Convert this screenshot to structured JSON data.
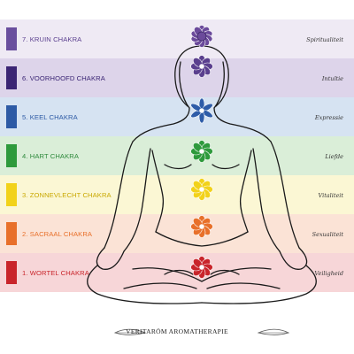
{
  "chakras": [
    {
      "number_label": "7. KRUIN CHAKRA",
      "quality": "Spiritualiteit",
      "band_color": "#efeaf4",
      "swatch_color": "#6a4f9e",
      "label_color": "#5a3f8e",
      "flower_color": "#6b4a9b",
      "flower": "crown-flower-icon"
    },
    {
      "number_label": "6. VOORHOOFD CHAKRA",
      "quality": "Intuïtie",
      "band_color": "#ddd4ea",
      "swatch_color": "#3b2574",
      "label_color": "#3b2574",
      "flower_color": "#5a3f8e",
      "flower": "third-eye-flower-icon"
    },
    {
      "number_label": "5. KEEL CHAKRA",
      "quality": "Expressie",
      "band_color": "#d6e3f2",
      "swatch_color": "#2d5aa5",
      "label_color": "#2d5aa5",
      "flower_color": "#2e5ca8",
      "flower": "throat-flower-icon"
    },
    {
      "number_label": "4. HART CHAKRA",
      "quality": "Liefde",
      "band_color": "#daeed8",
      "swatch_color": "#2e9a3c",
      "label_color": "#2e8a3c",
      "flower_color": "#2e9a3c",
      "flower": "heart-flower-icon"
    },
    {
      "number_label": "3. ZONNEVLECHT CHAKRA",
      "quality": "Vitaliteit",
      "band_color": "#fbf7d4",
      "swatch_color": "#f2d21a",
      "label_color": "#c9a800",
      "flower_color": "#f2d21a",
      "flower": "solar-plexus-flower-icon"
    },
    {
      "number_label": "2. SACRAAL CHAKRA",
      "quality": "Sexualiteit",
      "band_color": "#fbe3d6",
      "swatch_color": "#e8702a",
      "label_color": "#e8702a",
      "flower_color": "#e8702a",
      "flower": "sacral-flower-icon"
    },
    {
      "number_label": "1. WORTEL CHAKRA",
      "quality": "Veiligheid",
      "band_color": "#f7d6d8",
      "swatch_color": "#c9252b",
      "label_color": "#c9252b",
      "flower_color": "#c9252b",
      "flower": "root-flower-icon"
    }
  ],
  "footer": {
    "brand": "VERITARÖM AROMATHERAPIE",
    "ornament_left": "leaf-ornament-icon",
    "ornament_right": "leaf-ornament-icon"
  }
}
